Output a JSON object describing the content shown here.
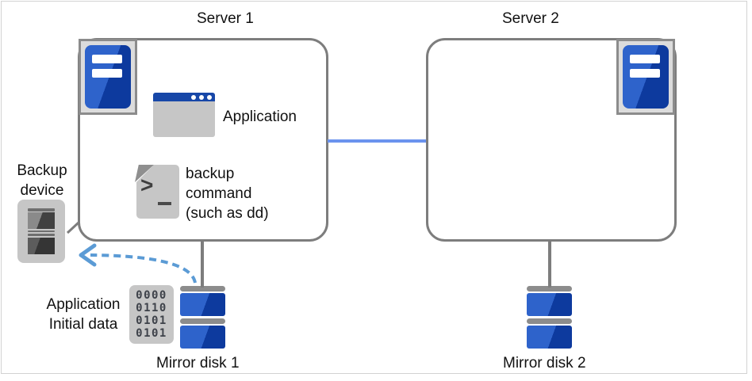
{
  "servers": {
    "server1_label": "Server 1",
    "server2_label": "Server 2"
  },
  "application_label": "Application",
  "backup_command": {
    "line1": "backup",
    "line2": "command",
    "line3": "(such as dd)"
  },
  "backup_device_label": {
    "line1": "Backup",
    "line2": "device"
  },
  "initial_data_label": {
    "line1": "Application",
    "line2": "Initial data"
  },
  "mirror_disks": {
    "disk1_label": "Mirror disk 1",
    "disk2_label": "Mirror disk 2"
  },
  "binary_icon": {
    "row1": "0000",
    "row2": "0110",
    "row3": "0101",
    "row4": "0101"
  },
  "colors": {
    "accent_blue_light": "#2e63cb",
    "accent_blue_dark": "#0d3a9e",
    "titlebar_blue": "#1747a8",
    "box_border_gray": "#7d7d7d",
    "network_link_blue": "#6b93ee",
    "dashed_arrow_blue": "#5b9bd5",
    "icon_gray": "#c6c6c6"
  }
}
